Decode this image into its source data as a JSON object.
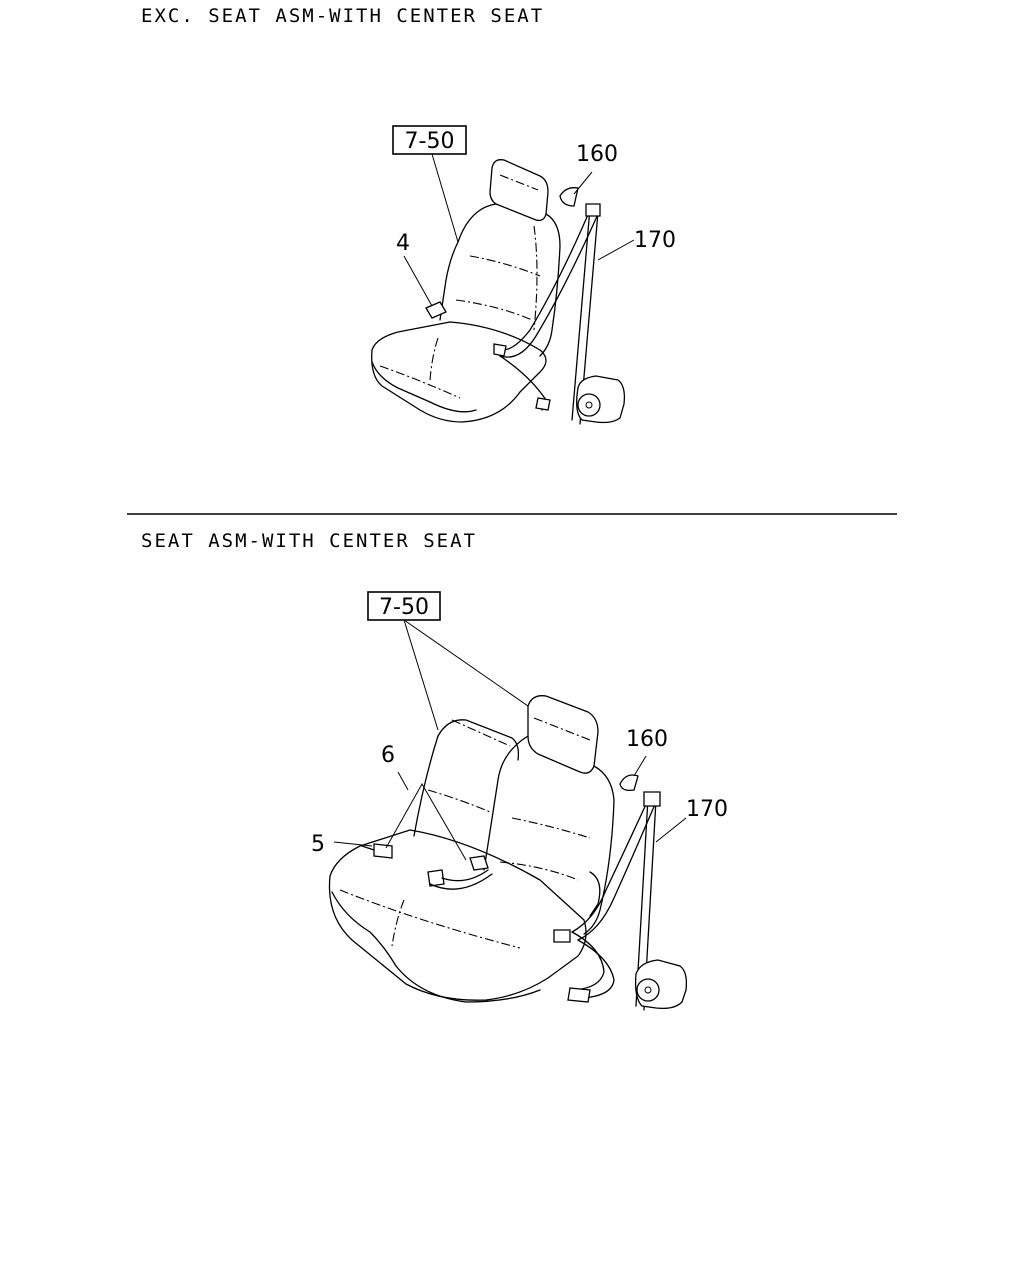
{
  "sections": [
    {
      "title": "EXC. SEAT ASM-WITH CENTER SEAT",
      "ref_box": "7-50",
      "callouts": [
        "160",
        "170",
        "4"
      ]
    },
    {
      "title": "SEAT ASM-WITH CENTER SEAT",
      "ref_box": "7-50",
      "callouts": [
        "160",
        "170",
        "6",
        "5"
      ]
    }
  ]
}
